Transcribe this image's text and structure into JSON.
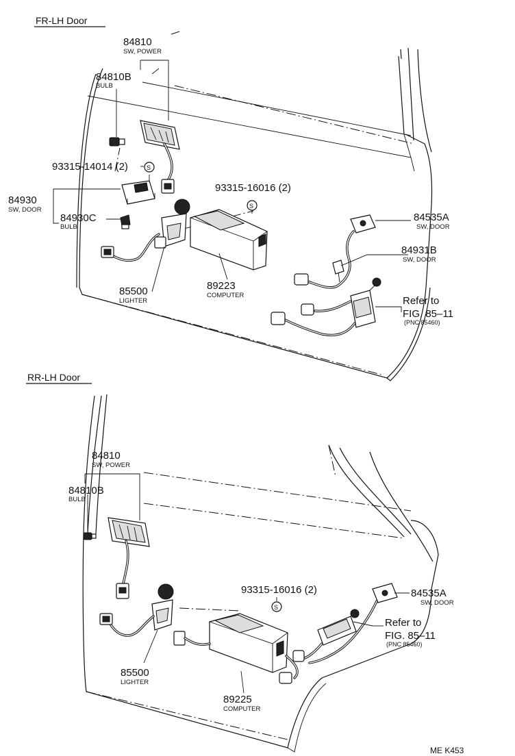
{
  "sections": {
    "front": {
      "title": "FR-LH Door"
    },
    "rear": {
      "title": "RR-LH Door"
    }
  },
  "front": {
    "sw_power": {
      "num": "84810",
      "desc": "SW, POWER"
    },
    "bulb_power": {
      "num": "84810B",
      "desc": "BULB"
    },
    "screw": {
      "num": "93315-14014 (2)",
      "sym": "S"
    },
    "sw_door_left": {
      "num": "84930",
      "desc": "SW, DOOR"
    },
    "bulb_left": {
      "num": "84930C",
      "desc": "BULB"
    },
    "lighter": {
      "num": "85500",
      "desc": "LIGHTER"
    },
    "screw_comp": {
      "num": "93315-16016 (2)",
      "sym": "S"
    },
    "computer": {
      "num": "89223",
      "desc": "COMPUTER"
    },
    "sw_door_a": {
      "num": "84535A",
      "desc": "SW, DOOR"
    },
    "sw_door_b": {
      "num": "84931B",
      "desc": "SW, DOOR"
    },
    "refer": {
      "line1": "Refer to",
      "line2": "FIG. 85–11",
      "line3": "(PNC 85460)"
    }
  },
  "rear": {
    "sw_power": {
      "num": "84810",
      "desc": "SW, POWER"
    },
    "bulb_power": {
      "num": "84810B",
      "desc": "BULB"
    },
    "screw_comp": {
      "num": "93315-16016 (2)",
      "sym": "S"
    },
    "sw_door_a": {
      "num": "84535A",
      "desc": "SW, DOOR"
    },
    "refer": {
      "line1": "Refer to",
      "line2": "FIG. 85–11",
      "line3": "(PNC 85460)"
    },
    "lighter": {
      "num": "85500",
      "desc": "LIGHTER"
    },
    "computer": {
      "num": "89225",
      "desc": "COMPUTER"
    }
  },
  "figure_code": "ME K453"
}
